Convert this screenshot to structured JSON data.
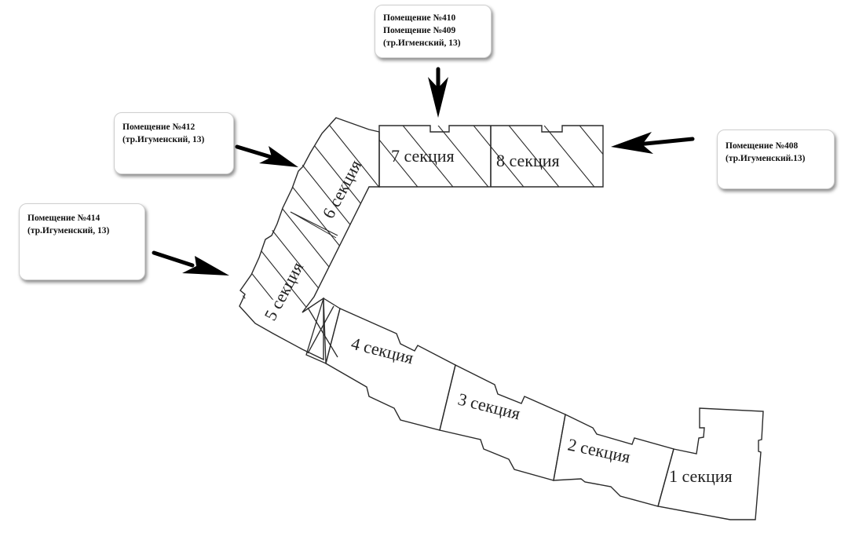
{
  "diagram": {
    "title": "Building section plan",
    "colors": {
      "outline": "#2a2a2a",
      "arrow": "#000000",
      "background": "#ffffff",
      "callout_border": "#cfcfcf"
    },
    "callouts": [
      {
        "id": "410",
        "lines": [
          "Помещение №410",
          "Помещение №409",
          "(тр.Игменский, 13)"
        ],
        "points_to": "section-7"
      },
      {
        "id": "412",
        "lines": [
          "Помещение №412",
          "(тр.Игуменский, 13)"
        ],
        "points_to": "section-6"
      },
      {
        "id": "414",
        "lines": [
          "Помещение №414",
          "(тр.Игуменский, 13)"
        ],
        "points_to": "section-5"
      },
      {
        "id": "408",
        "lines": [
          "Помещение №408",
          "(тр.Игуменский.13)"
        ],
        "points_to": "section-8"
      }
    ],
    "sections": [
      {
        "number": 1,
        "label": "1 секция",
        "hatched": false
      },
      {
        "number": 2,
        "label": "2 секция",
        "hatched": false
      },
      {
        "number": 3,
        "label": "3 секция",
        "hatched": false
      },
      {
        "number": 4,
        "label": "4 секция",
        "hatched": false
      },
      {
        "number": 5,
        "label": "5 секция",
        "hatched": true
      },
      {
        "number": 6,
        "label": "6 секция",
        "hatched": true
      },
      {
        "number": 7,
        "label": "7 секция",
        "hatched": true
      },
      {
        "number": 8,
        "label": "8 секция",
        "hatched": true
      }
    ]
  }
}
